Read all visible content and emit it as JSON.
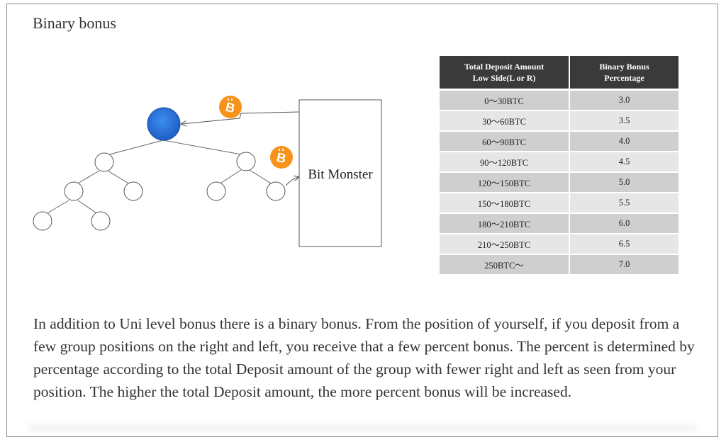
{
  "title": "Binary bonus",
  "diagram": {
    "box_label": "Bit Monster",
    "icon_symbol": "B",
    "root_color": "#2a6fd6",
    "icon_color": "#f7931a"
  },
  "table": {
    "headers": [
      "Total Deposit Amount Low Side(L or R)",
      "Binary Bonus Percentage"
    ],
    "header_lines": [
      [
        "Total Deposit Amount",
        "Low Side(L or R)"
      ],
      [
        "Binary Bonus",
        "Percentage"
      ]
    ],
    "rows": [
      [
        "0〜30BTC",
        "3.0"
      ],
      [
        "30〜60BTC",
        "3.5"
      ],
      [
        "60〜90BTC",
        "4.0"
      ],
      [
        "90〜120BTC",
        "4.5"
      ],
      [
        "120〜150BTC",
        "5.0"
      ],
      [
        "150〜180BTC",
        "5.5"
      ],
      [
        "180〜210BTC",
        "6.0"
      ],
      [
        "210〜250BTC",
        "6.5"
      ],
      [
        "250BTC〜",
        "7.0"
      ]
    ]
  },
  "paragraph": "In addition to Uni level bonus there is a binary bonus. From the position of yourself, if you deposit from a few group positions on the right and left, you receive that a few percent bonus. The percent is determined by percentage according to the total Deposit amount of the group with fewer right and left as seen from your position. The higher the total Deposit amount, the more percent bonus will be increased."
}
